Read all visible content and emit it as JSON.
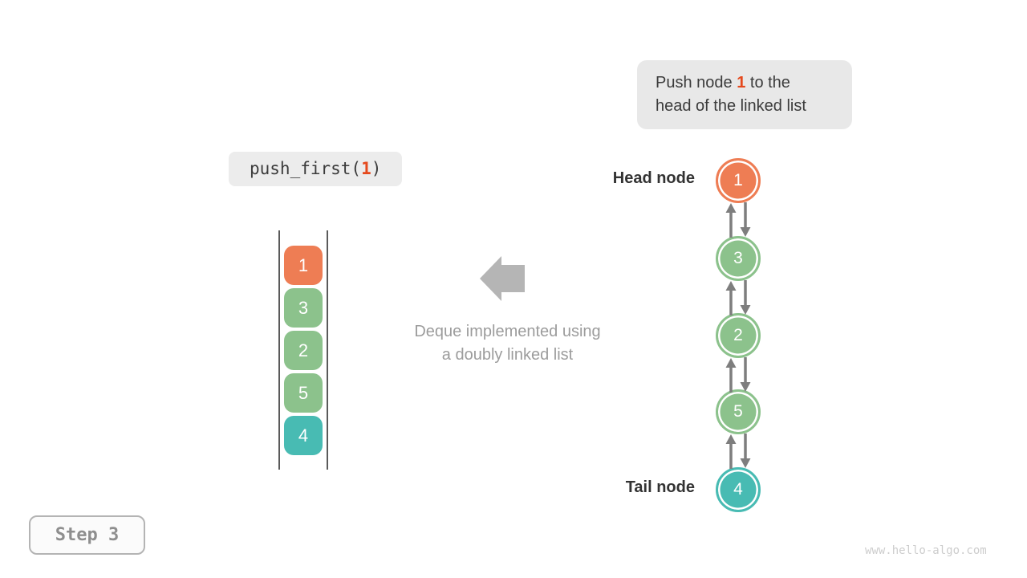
{
  "hint": {
    "line1_prefix": "Push node ",
    "line1_accent": "1",
    "line1_suffix": " to the",
    "line2": "head of the linked list",
    "bg_color": "#e8e8e8",
    "accent_color": "#e5491d"
  },
  "code_label": {
    "prefix": "push_first(",
    "accent": "1",
    "suffix": ")",
    "accent_color": "#e5491d"
  },
  "deque_stack": {
    "items": [
      {
        "value": "1",
        "color": "#ee7d54"
      },
      {
        "value": "3",
        "color": "#8cc28c"
      },
      {
        "value": "2",
        "color": "#8cc28c"
      },
      {
        "value": "5",
        "color": "#8cc28c"
      },
      {
        "value": "4",
        "color": "#48bbb3"
      }
    ]
  },
  "caption": {
    "line1": "Deque implemented using",
    "line2": "a doubly linked list"
  },
  "linked_list": {
    "head_label": "Head node",
    "tail_label": "Tail node",
    "nodes": [
      {
        "value": "1",
        "color": "#ee7d54"
      },
      {
        "value": "3",
        "color": "#8cc28c"
      },
      {
        "value": "2",
        "color": "#8cc28c"
      },
      {
        "value": "5",
        "color": "#8cc28c"
      },
      {
        "value": "4",
        "color": "#48bbb3"
      }
    ]
  },
  "step": {
    "label": "Step 3"
  },
  "watermark": {
    "text": "www.hello-algo.com"
  },
  "colors": {
    "connector_arrow": "#7e7e7e",
    "big_arrow": "#b5b5b5",
    "stack_wall": "#5a5a5a",
    "text_dark": "#3b3b3b",
    "text_muted": "#9c9c9c"
  }
}
